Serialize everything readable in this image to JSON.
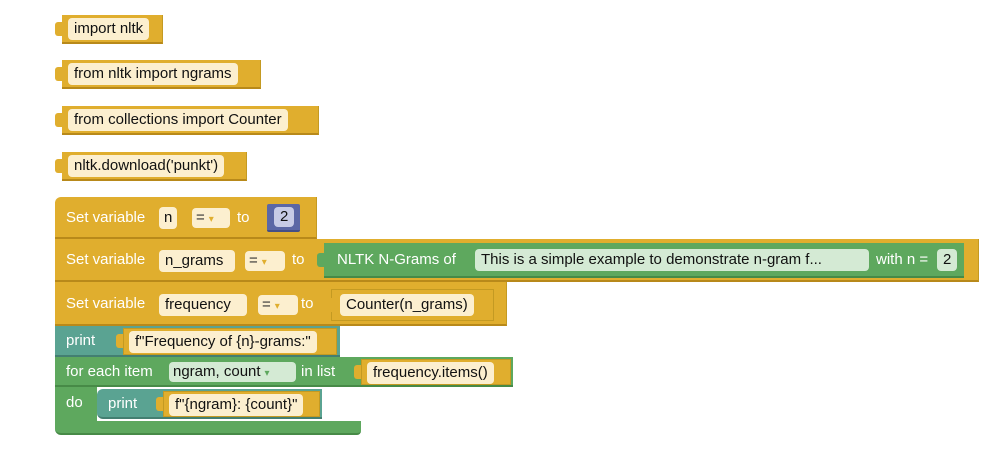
{
  "blocks": {
    "import_nltk": "import nltk",
    "from_ngrams": "from nltk import ngrams",
    "from_counter": "from collections import Counter",
    "download": "nltk.download('punkt')"
  },
  "set1": {
    "label": "Set variable",
    "var": "n",
    "op": "=",
    "to": "to",
    "value": "2"
  },
  "set2": {
    "label": "Set variable",
    "var": "n_grams",
    "op": "=",
    "to": "to",
    "ngram_label": "NLTK N-Grams of",
    "text": "This is a simple example to demonstrate n-gram f...",
    "with_n": "with n =",
    "n_value": "2"
  },
  "set3": {
    "label": "Set variable",
    "var": "frequency",
    "op": "=",
    "to": "to",
    "value": "Counter(n_grams)"
  },
  "print1": {
    "label": "print",
    "value": "f\"Frequency of {n}-grams:\""
  },
  "foreach": {
    "label": "for each item",
    "vars": "ngram, count",
    "in_list": "in list",
    "list_value": "frequency.items()",
    "do": "do",
    "inner_print": "print",
    "inner_value": "f\"{ngram}: {count}\""
  },
  "colors": {
    "gold": "#e0ae2e",
    "green": "#5ea85e",
    "teal": "#5aa392",
    "blue": "#5b67a5"
  },
  "icons": {
    "dropdown": "▾"
  }
}
